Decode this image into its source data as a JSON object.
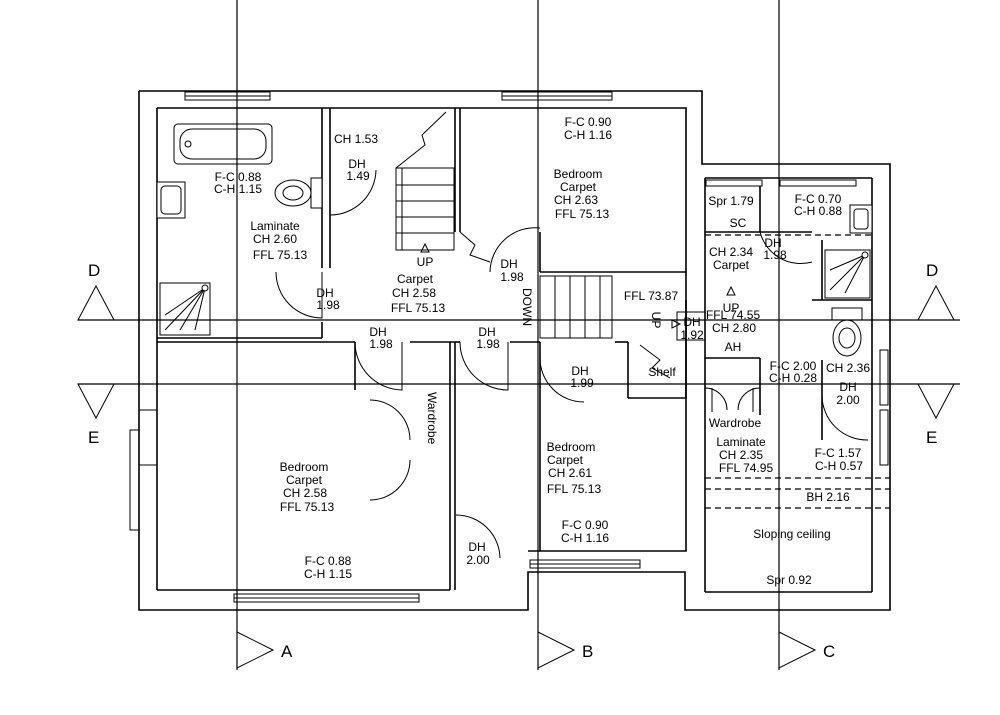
{
  "sections": {
    "A": "A",
    "B": "B",
    "C": "C",
    "D": "D",
    "E": "E"
  },
  "rooms": {
    "bathroom": {
      "fc": "F-C 0.88",
      "ch": "C-H 1.15",
      "floor": "Laminate",
      "height": "CH 2.60",
      "ffl": "FFL 75.13"
    },
    "stair_top": {
      "ch": "CH 1.53",
      "dh_label": "DH",
      "dh_value": "1.49"
    },
    "landing": {
      "up": "UP",
      "floor": "Carpet",
      "height": "CH 2.58",
      "ffl": "FFL 75.13",
      "dh_left_label": "DH",
      "dh_left_value": "1.98",
      "dh_right_label": "DH",
      "dh_right_value": "1.98",
      "down": "DOWN"
    },
    "bedroom_top": {
      "fc": "F-C 0.90",
      "ch": "C-H 1.16",
      "name": "Bedroom",
      "floor": "Carpet",
      "height": "CH 2.63",
      "ffl": "FFL 75.13"
    },
    "bedroom_left": {
      "name": "Bedroom",
      "floor": "Carpet",
      "height": "CH 2.58",
      "ffl": "FFL 75.13",
      "fc": "F-C 0.88",
      "ch": "C-H 1.15",
      "dh1_label": "DH",
      "dh1_value": "1.98",
      "dh2_label": "DH",
      "dh2_value": "1.98",
      "wardrobe": "Wardrobe"
    },
    "bedroom_mid": {
      "name": "Bedroom",
      "floor": "Carpet",
      "height": "CH 2.61",
      "ffl": "FFL 75.13",
      "fc": "F-C 0.90",
      "ch": "C-H 1.16",
      "dh_top_label": "DH",
      "dh_top_value": "1.99",
      "dh_side_label": "DH",
      "dh_side_value": "2.00"
    },
    "half_landing": {
      "ffl": "FFL 73.87",
      "up1": "UP",
      "up2": "UP",
      "ffl2": "FFL 74.55",
      "dh_label": "DH",
      "dh_value": "1.92",
      "ch": "CH 2.80",
      "ah": "AH",
      "shelf": "Shelf"
    },
    "right_top": {
      "spr": "Spr 1.79",
      "sc": "SC",
      "fc": "F-C 0.70",
      "ch": "C-H 0.88",
      "height": "CH 2.34",
      "floor": "Carpet",
      "dh_label": "DH",
      "dh_value": "1.98"
    },
    "shower_room": {
      "fc": "F-C 2.00",
      "ch": "C-H 0.28",
      "height": "CH 2.36",
      "dh_label": "DH",
      "dh_value": "2.00"
    },
    "right_bottom": {
      "wardrobe": "Wardrobe",
      "floor": "Laminate",
      "height": "CH 2.35",
      "ffl": "FFL 74.95",
      "fc": "F-C 1.57",
      "ch": "C-H 0.57",
      "bh": "BH 2.16",
      "sloping": "Sloping ceiling",
      "spr": "Spr 0.92"
    }
  }
}
